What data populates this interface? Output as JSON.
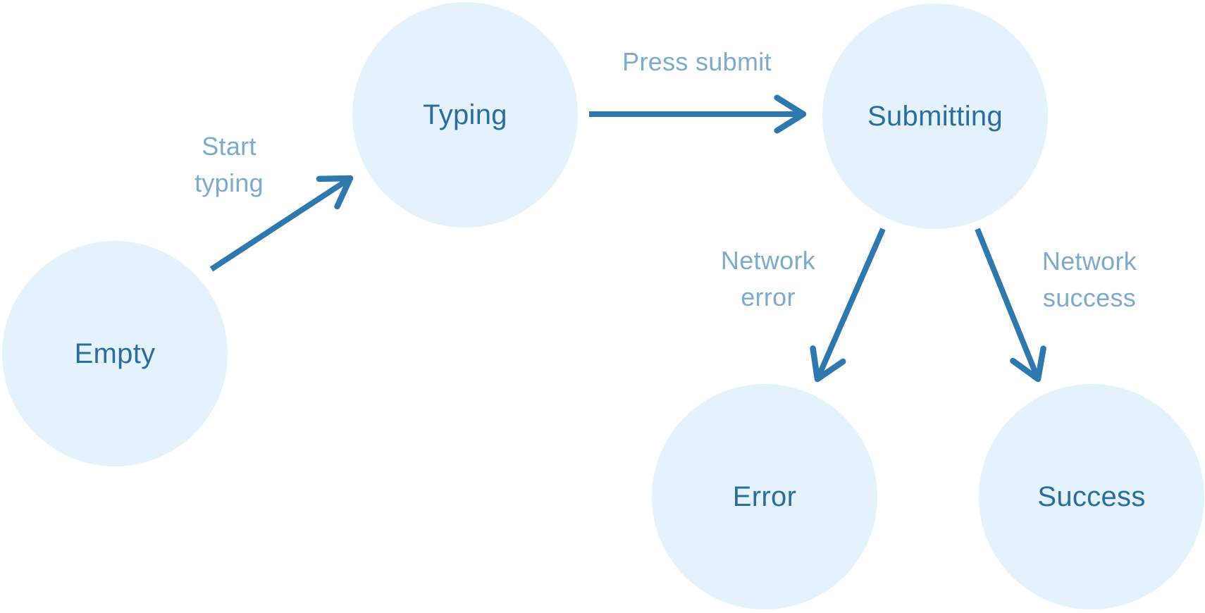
{
  "diagram": {
    "type": "state-machine",
    "colors": {
      "background": "#ffffff",
      "node_fill": "#e3f2fd",
      "node_text": "#2b6d9c",
      "arrow": "#2e78ad",
      "edge_label_text": "#7dabcc"
    },
    "nodes": [
      {
        "id": "empty",
        "label": "Empty"
      },
      {
        "id": "typing",
        "label": "Typing"
      },
      {
        "id": "submitting",
        "label": "Submitting"
      },
      {
        "id": "error",
        "label": "Error"
      },
      {
        "id": "success",
        "label": "Success"
      }
    ],
    "edges": [
      {
        "from": "empty",
        "to": "typing",
        "label": "Start typing"
      },
      {
        "from": "typing",
        "to": "submitting",
        "label": "Press submit"
      },
      {
        "from": "submitting",
        "to": "error",
        "label": "Network error"
      },
      {
        "from": "submitting",
        "to": "success",
        "label": "Network success"
      }
    ]
  }
}
